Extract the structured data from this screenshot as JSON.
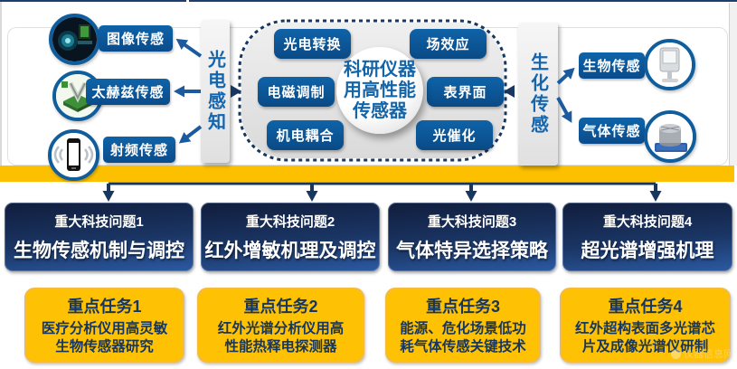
{
  "top": {
    "left_hub": "光电感知",
    "right_hub": "生化传感",
    "left_sensors": [
      {
        "label": "图像传感",
        "icon": "image-sensor-icon"
      },
      {
        "label": "太赫兹传感",
        "icon": "terahertz-sensor-icon"
      },
      {
        "label": "射频传感",
        "icon": "rf-sensor-icon"
      }
    ],
    "right_sensors": [
      {
        "label": "生物传感",
        "icon": "bio-sensor-icon"
      },
      {
        "label": "气体传感",
        "icon": "gas-sensor-icon"
      }
    ],
    "center": {
      "title_lines": [
        "科研仪器",
        "用高性能",
        "传感器"
      ],
      "left_buttons": [
        "光电转换",
        "电磁调制",
        "机电耦合"
      ],
      "right_buttons": [
        "场效应",
        "表界面",
        "光催化"
      ]
    }
  },
  "bottom": {
    "columns": [
      {
        "problem_title": "重大科技问题1",
        "problem_text": "生物传感机制与调控",
        "task_title": "重点任务1",
        "task_lines": [
          "医疗分析仪用高灵敏",
          "生物传感器研究"
        ]
      },
      {
        "problem_title": "重大科技问题2",
        "problem_text": "红外增敏机理及调控",
        "task_title": "重点任务2",
        "task_lines": [
          "红外光谱分析仪用高",
          "性能热释电探测器"
        ]
      },
      {
        "problem_title": "重大科技问题3",
        "problem_text": "气体特异选择策略",
        "task_title": "重点任务3",
        "task_lines": [
          "能源、危化场景低功",
          "耗气体传感关键技术"
        ]
      },
      {
        "problem_title": "重大科技问题4",
        "problem_text": "超光谱增强机理",
        "task_title": "重点任务4",
        "task_lines": [
          "红外超构表面多光谱芯",
          "片及成像光谱仪研制"
        ]
      }
    ]
  },
  "watermark": "仪器信息网"
}
